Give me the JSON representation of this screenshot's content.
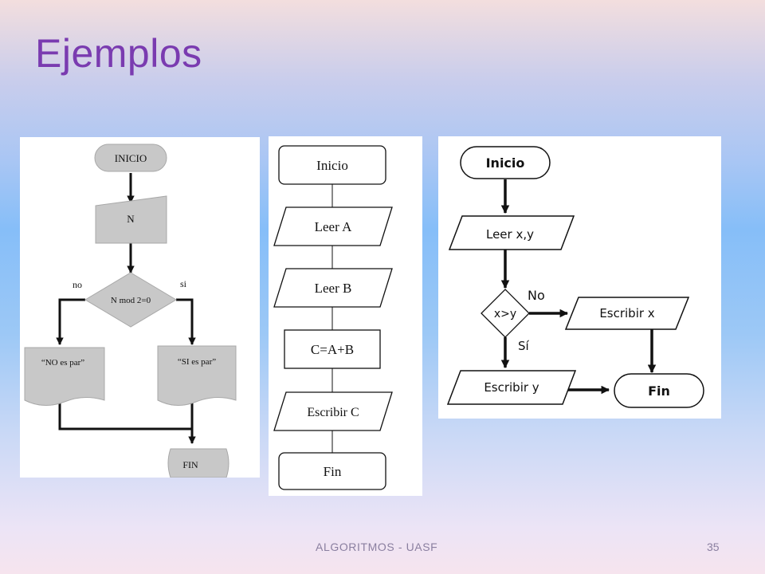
{
  "slide": {
    "title": "Ejemplos",
    "footer": "ALGORITMOS - UASF",
    "page_number": "35"
  },
  "diagram1": {
    "start": "INICIO",
    "input": "N",
    "decision": "N mod 2=0",
    "no_label": "no",
    "yes_label": "si",
    "no_output": "“NO es par”",
    "yes_output": "“SI es par”",
    "end": "FIN",
    "shape_fill": "#c8c8c8"
  },
  "diagram2": {
    "start": "Inicio",
    "read_a": "Leer A",
    "read_b": "Leer B",
    "process": "C=A+B",
    "write": "Escribir C",
    "end": "Fin"
  },
  "diagram3": {
    "start": "Inicio",
    "read": "Leer x,y",
    "decision": "x>y",
    "no_label": "No",
    "yes_label": "Sí",
    "write_x": "Escribir x",
    "write_y": "Escribir y",
    "end": "Fin"
  }
}
